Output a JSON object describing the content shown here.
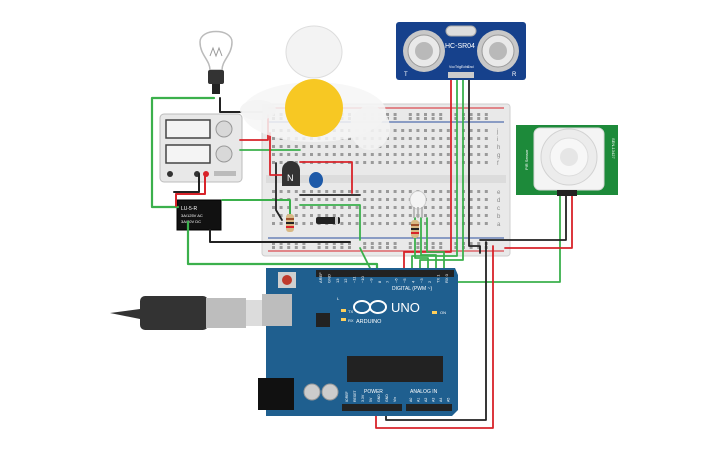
{
  "sensor": {
    "name": "HC-SR04",
    "pins": [
      "Vcc",
      "Trig",
      "Echo",
      "Gnd"
    ],
    "left_letter": "T",
    "right_letter": "R"
  },
  "pir": {
    "side_text": "PIR Sensor",
    "model_text": "SEN-13427"
  },
  "relay": {
    "title": "LU-5-R",
    "line1": "3A/125V AC",
    "line2": "3A/30V DC"
  },
  "transistor": {
    "letter": "N"
  },
  "arduino": {
    "logo_text": "ARDUINO",
    "model": "UNO",
    "digital_label": "DIGITAL (PWM ~)",
    "power_label": "POWER",
    "analog_label": "ANALOG IN",
    "tx": "TX",
    "rx": "RX",
    "on": "ON",
    "l": "L",
    "digital_pins": [
      "AREF",
      "GND",
      "13",
      "12",
      "~11",
      "~10",
      "~9",
      "8",
      "7",
      "~6",
      "~5",
      "4",
      "~3",
      "2",
      "TX 1",
      "RX 0"
    ],
    "power_pins": [
      "IOREF",
      "RESET",
      "3.3V",
      "5V",
      "GND",
      "GND",
      "Vin"
    ],
    "analog_pins": [
      "A0",
      "A1",
      "A2",
      "A3",
      "A4",
      "A5"
    ]
  },
  "breadboard": {
    "row_letters_top": [
      "j",
      "i",
      "h",
      "g",
      "f"
    ],
    "row_letters_bottom": [
      "e",
      "d",
      "c",
      "b",
      "a"
    ],
    "col_numbers": [
      "1",
      "5",
      "10",
      "15",
      "20",
      "25",
      "30"
    ]
  },
  "colors": {
    "board_blue": "#1f5f8f",
    "wire_green": "#3bb04c",
    "wire_red": "#d8232a",
    "wire_black": "#222222",
    "pir_green": "#1d8a3a",
    "sensor_blue": "#16418c",
    "bulb_yellow": "#f7c823"
  },
  "icons": [
    "light-bulb-icon",
    "usb-cable-icon",
    "arduino-infinity-logo-icon"
  ]
}
